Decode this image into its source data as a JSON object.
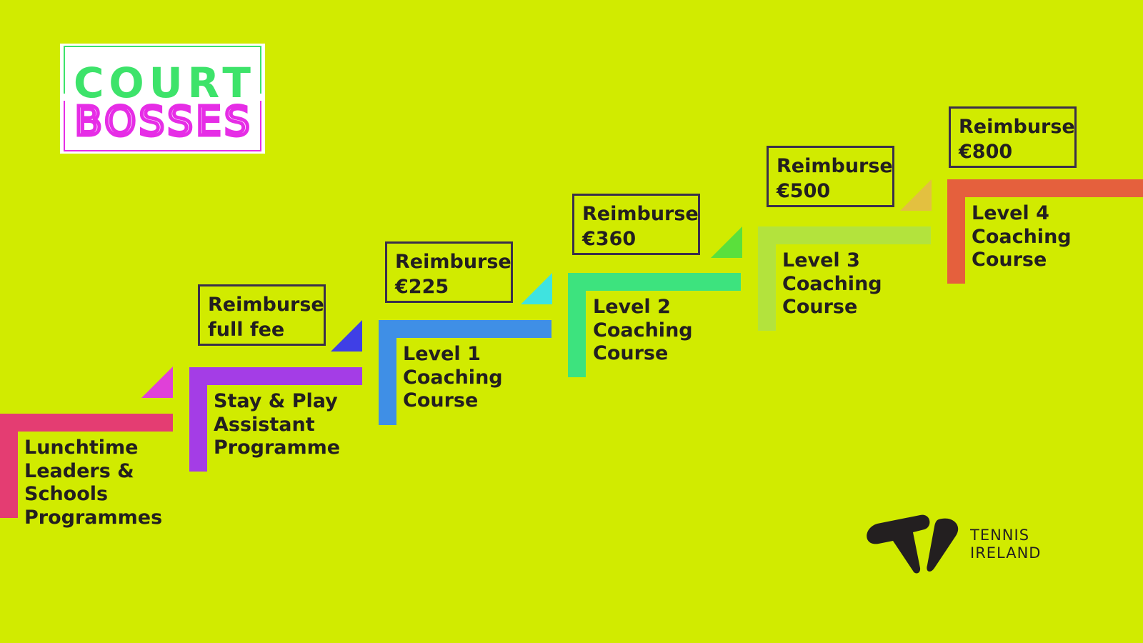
{
  "logo": {
    "line1": "COURT",
    "line2": "BOSSES"
  },
  "brand": {
    "line1": "TENNIS",
    "line2": "IRELAND"
  },
  "steps": [
    {
      "label": "Lunchtime\nLeaders &\nSchools\nProgrammes",
      "color": "#e43d72",
      "triangle_color": "#e040d8"
    },
    {
      "label": "Stay & Play\nAssistant\nProgramme",
      "color": "#a43de6",
      "triangle_color": "#3f3fe6",
      "reimburse": "Reimburse\nfull fee"
    },
    {
      "label": "Level 1\nCoaching\nCourse",
      "color": "#3f8fe6",
      "triangle_color": "#3fe3e0",
      "reimburse": "Reimburse\n €225"
    },
    {
      "label": "Level 2\nCoaching\nCourse",
      "color": "#3de37e",
      "triangle_color": "#5ae03c",
      "reimburse": "Reimburse\n €360"
    },
    {
      "label": "Level 3\nCoaching\nCourse",
      "color": "#b3e33d",
      "triangle_color": "#e3c040",
      "reimburse": "Reimburse\n€500"
    },
    {
      "label": "Level 4\nCoaching\nCourse",
      "color": "#e5603d",
      "reimburse": "Reimburse\n€800"
    }
  ]
}
